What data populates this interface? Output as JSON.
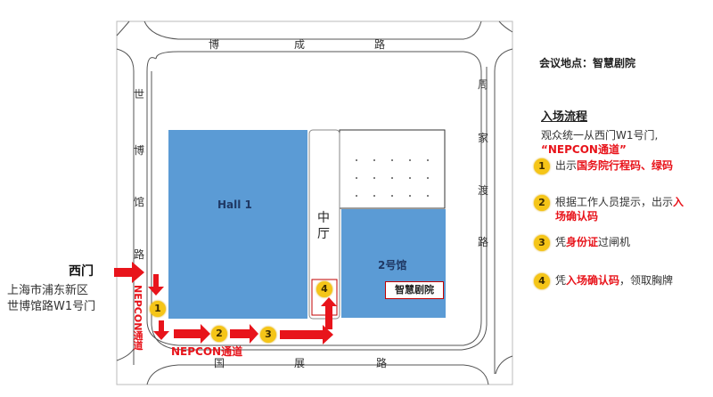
{
  "map": {
    "roads": {
      "north": [
        "博",
        "成",
        "路"
      ],
      "west": [
        "世",
        "博",
        "馆",
        "路"
      ],
      "east": [
        "周",
        "家",
        "渡",
        "路"
      ],
      "south": [
        "国",
        "展",
        "路"
      ]
    },
    "halls": {
      "hall1": "Hall 1",
      "middle_hall": [
        "中",
        "厅"
      ],
      "hall2": "2号馆",
      "theater": "智慧剧院"
    },
    "west_gate": "西门",
    "address_line1": "上海市浦东新区",
    "address_line2": "世博馆路W1号门",
    "channel_horizontal": "NEPCON通道",
    "channel_vertical": "NEPCON通道",
    "route_badges": [
      "1",
      "2",
      "3",
      "4"
    ],
    "colors": {
      "hall": "#5b9bd5",
      "arrow": "#e8141b",
      "badge": "#f5c518"
    }
  },
  "panel": {
    "meeting_location": "会议地点：智慧剧院",
    "flow_title": "入场流程",
    "intro_line1": "观众统一从西门W1号门,",
    "intro_line2": "“NEPCON通道”",
    "steps": [
      {
        "num": "1",
        "prefix": "出示",
        "highlight": "国务院行程码、绿码",
        "suffix": ""
      },
      {
        "num": "2",
        "prefix": "根据工作人员提示，出示",
        "highlight": "入场确认码",
        "suffix": ""
      },
      {
        "num": "3",
        "prefix": "凭",
        "highlight": "身份证",
        "suffix": "过闸机"
      },
      {
        "num": "4",
        "prefix": "凭",
        "highlight": "入场确认码",
        "suffix": "，领取胸牌"
      }
    ]
  }
}
